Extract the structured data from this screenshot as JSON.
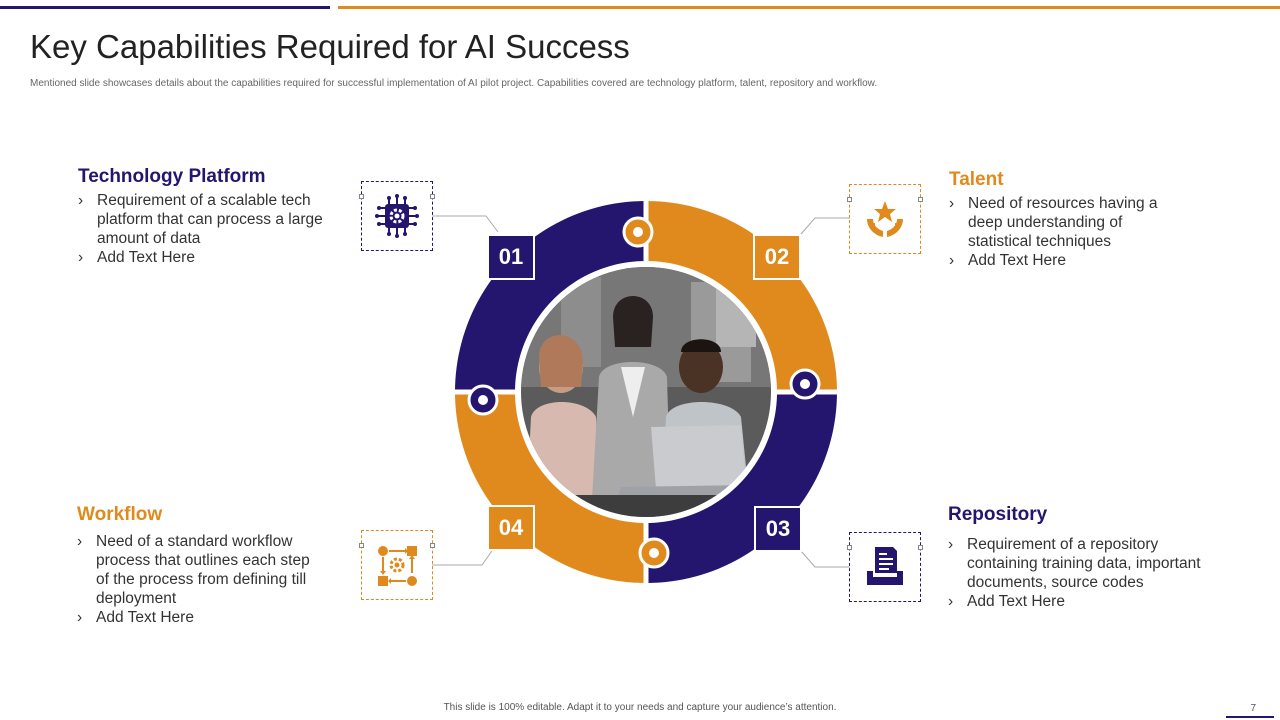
{
  "slide": {
    "title": "Key Capabilities Required for AI Success",
    "subtitle": "Mentioned slide showcases details about the capabilities required for successful implementation of AI pilot project. Capabilities covered are technology platform, talent, repository and workflow.",
    "footer": "This slide is 100% editable. Adapt it to your needs and capture your audience’s attention.",
    "page_number": "7"
  },
  "colors": {
    "purple": "#24166e",
    "orange": "#e08a1e"
  },
  "capabilities": [
    {
      "number": "01",
      "heading": "Technology Platform",
      "bullets": [
        "Requirement of a scalable tech platform that can process a large amount of data",
        "Add Text Here"
      ],
      "icon": "chip-gear-icon"
    },
    {
      "number": "02",
      "heading": "Talent",
      "bullets": [
        "Need of resources having a deep understanding of statistical techniques",
        "Add Text Here"
      ],
      "icon": "hands-star-icon"
    },
    {
      "number": "03",
      "heading": "Repository",
      "bullets": [
        "Requirement of a repository containing training data, important documents, source codes",
        "Add Text Here"
      ],
      "icon": "document-tray-icon"
    },
    {
      "number": "04",
      "heading": "Workflow",
      "bullets": [
        "Need of a standard workflow process that outlines each step of the process from defining till deployment",
        "Add Text Here"
      ],
      "icon": "workflow-icon"
    }
  ]
}
